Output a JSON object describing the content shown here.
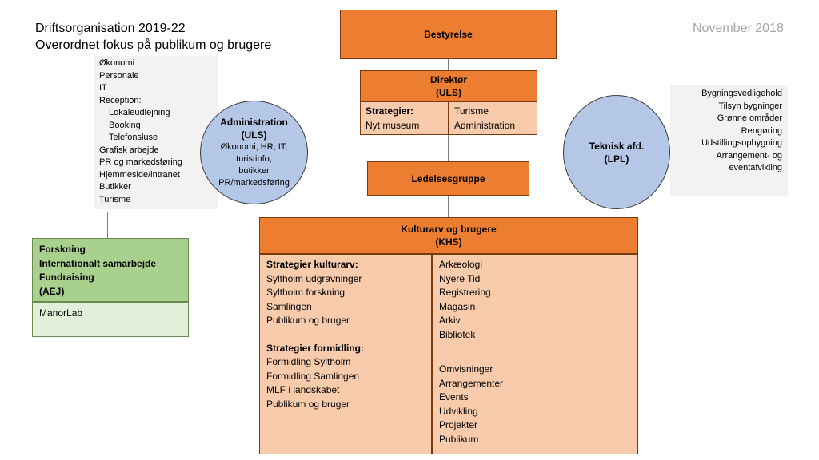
{
  "header": {
    "title_line1": "Driftsorganisation 2019-22",
    "title_line2": "Overordnet fokus på publikum og brugere",
    "date": "November 2018"
  },
  "bestyrelse": {
    "label": "Bestyrelse"
  },
  "direktor": {
    "label": "Direktør",
    "sub": "(ULS)",
    "strategy_heading": "Strategier:",
    "strategy_item": "Nyt museum",
    "areas": [
      "Turisme",
      "Administration"
    ]
  },
  "administration": {
    "head": "Administration",
    "sub": "(ULS)",
    "lines": [
      "Økonomi, HR, IT,",
      "turistinfo,",
      "butikker",
      "PR/markedsføring"
    ],
    "list": [
      "Økonomi",
      "Personale",
      "IT",
      "Reception:",
      "Lokaleudlejning",
      "Booking",
      "Telefonsluse",
      "Grafisk arbejde",
      "PR og markedsføring",
      "Hjemmeside/intranet",
      "Butikker",
      "Turisme"
    ]
  },
  "teknisk": {
    "head": "Teknisk afd.",
    "sub": "(LPL)",
    "list": [
      "Bygningsvedligehold",
      "Tilsyn bygninger",
      "Grønne områder",
      "Rengøring",
      "Udstillingsopbygning",
      "Arrangement- og",
      "eventafvikling"
    ]
  },
  "ledelsesgruppe": {
    "label": "Ledelsesgruppe"
  },
  "kulturarv": {
    "label": "Kulturarv og brugere",
    "sub": "(KHS)",
    "heading1": "Strategier kulturarv:",
    "items1": [
      "Syltholm udgravninger",
      "Syltholm forskning",
      "Samlingen",
      "Publikum og bruger"
    ],
    "heading2": "Strategier formidling:",
    "items2": [
      "Formidling Syltholm",
      "Formidling Samlingen",
      "MLF i landskabet",
      "Publikum og bruger"
    ],
    "areas1": [
      "Arkæologi",
      "Nyere Tid",
      "Registrering",
      "Magasin",
      "Arkiv",
      "Bibliotek"
    ],
    "areas2": [
      "Omvisninger",
      "Arrangementer",
      "Events",
      "Udvikling",
      "Projekter",
      "Publikum"
    ]
  },
  "forskning": {
    "lines": [
      "Forskning",
      "Internationalt samarbejde",
      "Fundraising",
      "(AEJ)"
    ],
    "sub_item": "ManorLab"
  }
}
